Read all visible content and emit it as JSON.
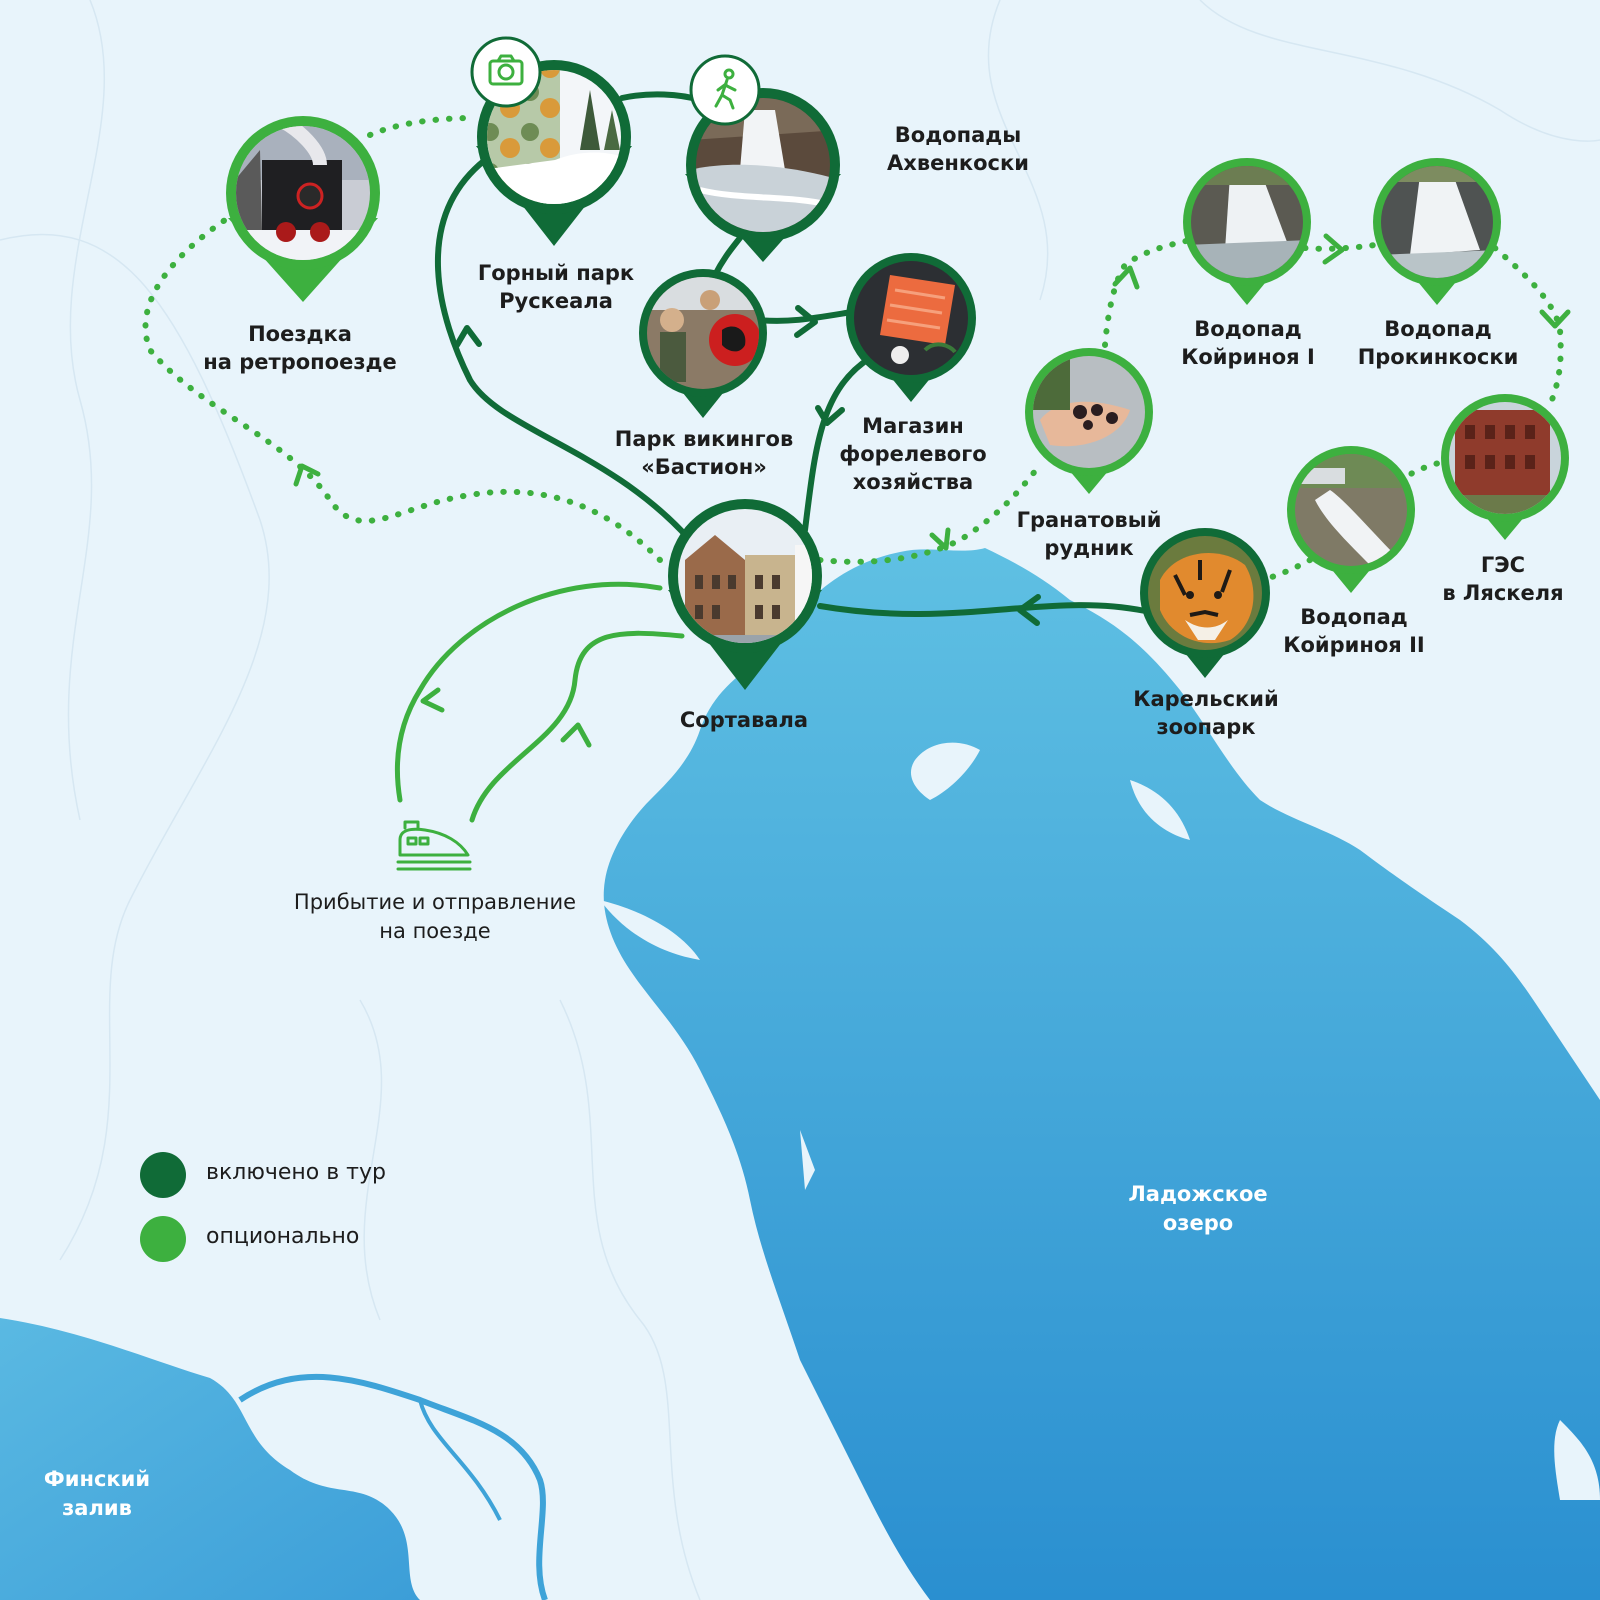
{
  "colors": {
    "included": "#106b37",
    "optional": "#3db03f",
    "lake": "#3aa2d6",
    "land": "#e8f4fb",
    "label_text": "#1d1d1d"
  },
  "places": {
    "sortavala": "Сортавала",
    "ruskeala": [
      "Горный парк",
      "Рускеала"
    ],
    "ahvenkoski": [
      "Водопады",
      "Ахвенкоски"
    ],
    "retro_train": [
      "Поездка",
      "на ретропоезде"
    ],
    "vikings": [
      "Парк викингов",
      "«Бастион»"
    ],
    "trout": [
      "Магазин",
      "форелевого",
      "хозяйства"
    ],
    "garnet": [
      "Гранатовый",
      "рудник"
    ],
    "koirinoja1": [
      "Водопад",
      "Койриноя I"
    ],
    "prokinkoski": [
      "Водопад",
      "Прокинкоски"
    ],
    "laskela": [
      "ГЭС",
      "в Ляскеля"
    ],
    "koirinoja2": [
      "Водопад",
      "Койриноя II"
    ],
    "zoo": [
      "Карельский",
      "зоопарк"
    ]
  },
  "rail": [
    "Прибытие и отправление",
    "на поезде"
  ],
  "water": {
    "ladoga": [
      "Ладожское",
      "озеро"
    ],
    "finnish_gulf": [
      "Финский",
      "залив"
    ]
  },
  "legend": {
    "included": "включено в тур",
    "optional": "опционально"
  },
  "icons": {
    "ruskeala": "camera-icon",
    "ahvenkoski": "walking-person-icon",
    "rail": "train-icon"
  }
}
